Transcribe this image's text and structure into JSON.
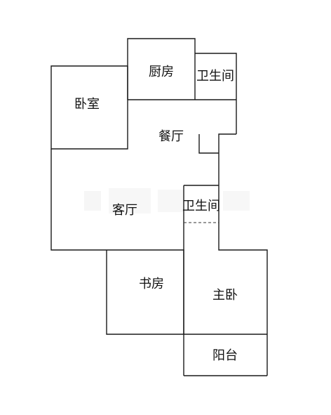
{
  "floor_plan": {
    "rooms": {
      "kitchen": "厨房",
      "bathroom_top": "卫生间",
      "bedroom": "卧室",
      "dining": "餐厅",
      "living": "客厅",
      "bathroom_mid": "卫生间",
      "study": "书房",
      "master_bedroom": "主卧",
      "balcony": "阳台"
    }
  }
}
